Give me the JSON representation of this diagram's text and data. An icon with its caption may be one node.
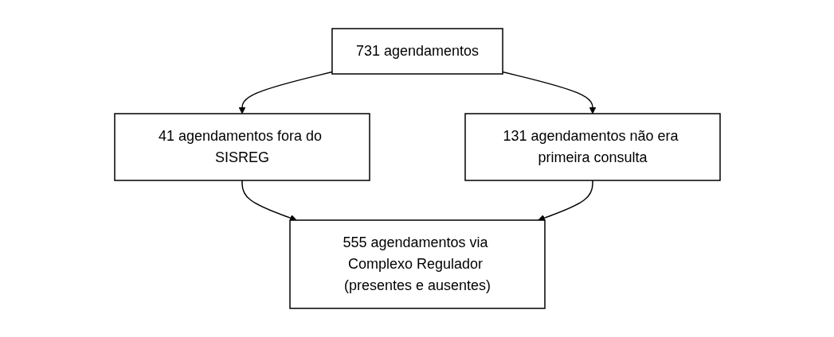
{
  "diagram": {
    "nodes": [
      {
        "text": [
          "731 agendamentos"
        ]
      },
      {
        "text": [
          "41 agendamentos fora do SISREG"
        ]
      },
      {
        "text": [
          "131 agendamentos não era primeira consulta"
        ]
      },
      {
        "text": [
          "555 agendamentos via Complexo Regulador (presentes e ausentes)"
        ]
      }
    ],
    "edges": [
      {
        "from": 0,
        "to": 1,
        "arrow": "to"
      },
      {
        "from": 0,
        "to": 2,
        "arrow": "to"
      },
      {
        "from": 1,
        "to": 3,
        "arrow": "to"
      },
      {
        "from": 2,
        "to": 3,
        "arrow": "to"
      }
    ]
  }
}
